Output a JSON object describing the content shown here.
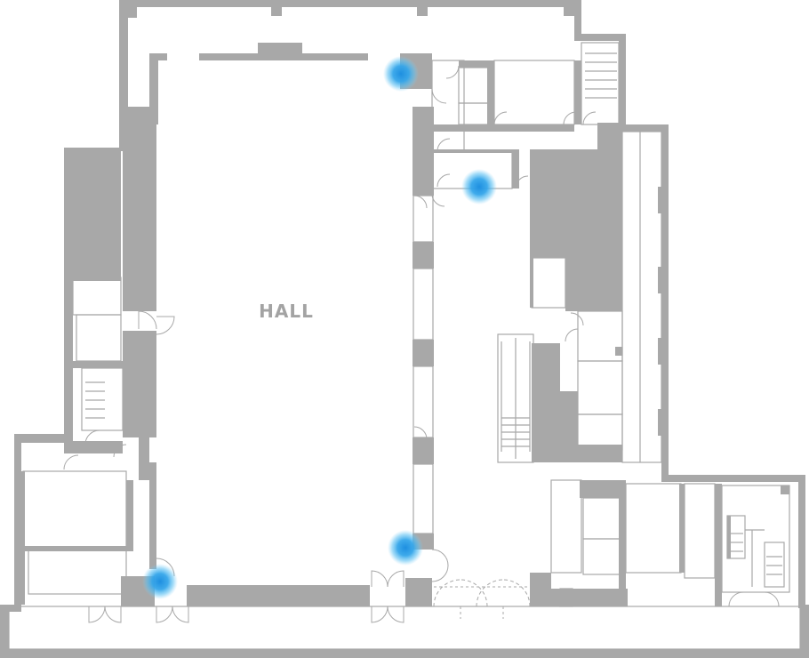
{
  "rooms": [
    {
      "id": "hall",
      "label": "HALL"
    }
  ],
  "markers": [
    {
      "id": "marker-1",
      "color": "#2a9be0"
    },
    {
      "id": "marker-2",
      "color": "#2a9be0"
    },
    {
      "id": "marker-3",
      "color": "#2a9be0"
    },
    {
      "id": "marker-4",
      "color": "#2a9be0"
    }
  ],
  "colors": {
    "wall": "#a8a8a8",
    "floor": "#ffffff",
    "marker": "#2a9be0"
  }
}
